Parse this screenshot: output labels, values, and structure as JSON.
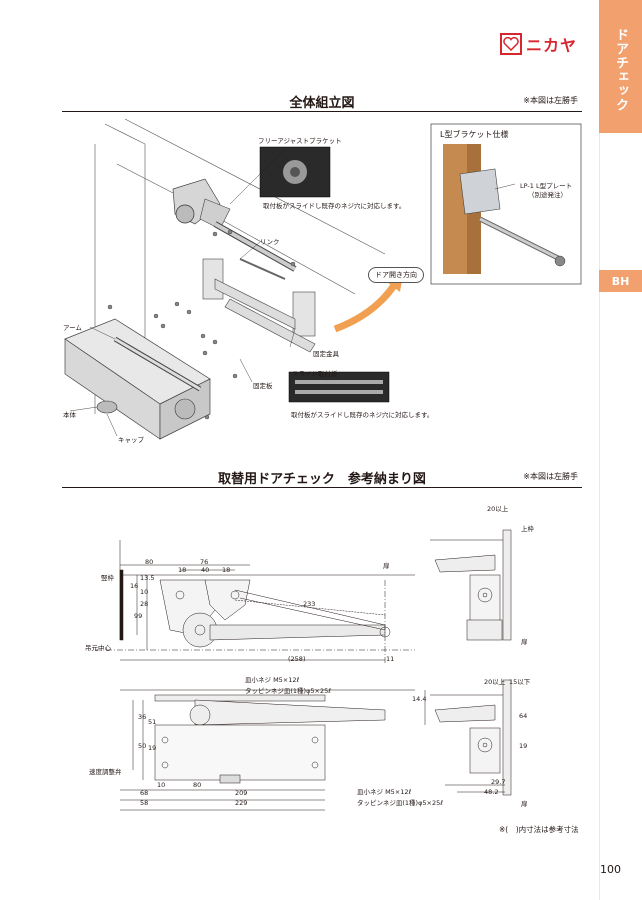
{
  "side_tab": {
    "label": "ドアチェック",
    "badge": "BH"
  },
  "logo": {
    "text": "ニカヤ"
  },
  "section1": {
    "title": "全体組立図",
    "note": "※本図は左勝手",
    "labels": {
      "free_adjust_bracket": "フリーアジャストブラケット",
      "free_adjust_caption": "取付板がスライドし既存のネジ穴に対応します。",
      "link": "リンク",
      "arm": "アーム",
      "fixing_hardware": "固定金具",
      "fixing_plate": "固定板",
      "slide_plate": "スライド取付板",
      "slide_caption": "取付板がスライドし既存のネジ穴に対応します。",
      "body": "本体",
      "cap": "キャップ",
      "door_direction": "ドア開き方向",
      "l_bracket_title": "L型ブラケット仕様",
      "lp1_label": "LP-1 L型プレート",
      "lp1_sub": "（別途発注）"
    }
  },
  "section2": {
    "title": "取替用ドアチェック　参考納まり図",
    "note": "※本図は左勝手",
    "labels": {
      "frame": "竪枠",
      "door": "扉",
      "pivot_center": "吊元中心",
      "speed_valve": "速度調整弁",
      "top_frame": "上枠",
      "dim_80": "80",
      "dim_76": "76",
      "dim_18a": "18",
      "dim_40": "40",
      "dim_18b": "18",
      "dim_135": "13.5",
      "dim_10": "10",
      "dim_28": "28",
      "dim_99": "99",
      "dim_16": "16",
      "dim_233": "233",
      "dim_258": "(258)",
      "dim_11": "11",
      "dim_36": "36",
      "dim_51": "51",
      "dim_50": "50",
      "dim_19": "19",
      "dim_10b": "10",
      "dim_80b": "80",
      "dim_209": "209",
      "dim_68": "68",
      "dim_58": "58",
      "dim_229": "229",
      "dim_20up_a": "20以上",
      "dim_20up_b": "20以上",
      "dim_15up": "15以下",
      "dim_144": "14.4",
      "dim_64": "64",
      "dim_19b": "19",
      "dim_297": "29.7",
      "dim_482": "48.2",
      "screw1_a": "皿小ネジ M5×12ℓ",
      "screw1_b": "タッピンネジ皿(1種)φ5×25ℓ",
      "screw2_a": "皿小ネジ M5×12ℓ",
      "screw2_b": "タッピンネジ皿(1種)φ5×25ℓ"
    }
  },
  "footer": {
    "note": "※(　)内寸法は参考寸法",
    "page": "100"
  },
  "colors": {
    "accent": "#f2a06d",
    "brand_red": "#d8262e",
    "wood": "#c58a4f",
    "arrow": "#f0a050"
  }
}
